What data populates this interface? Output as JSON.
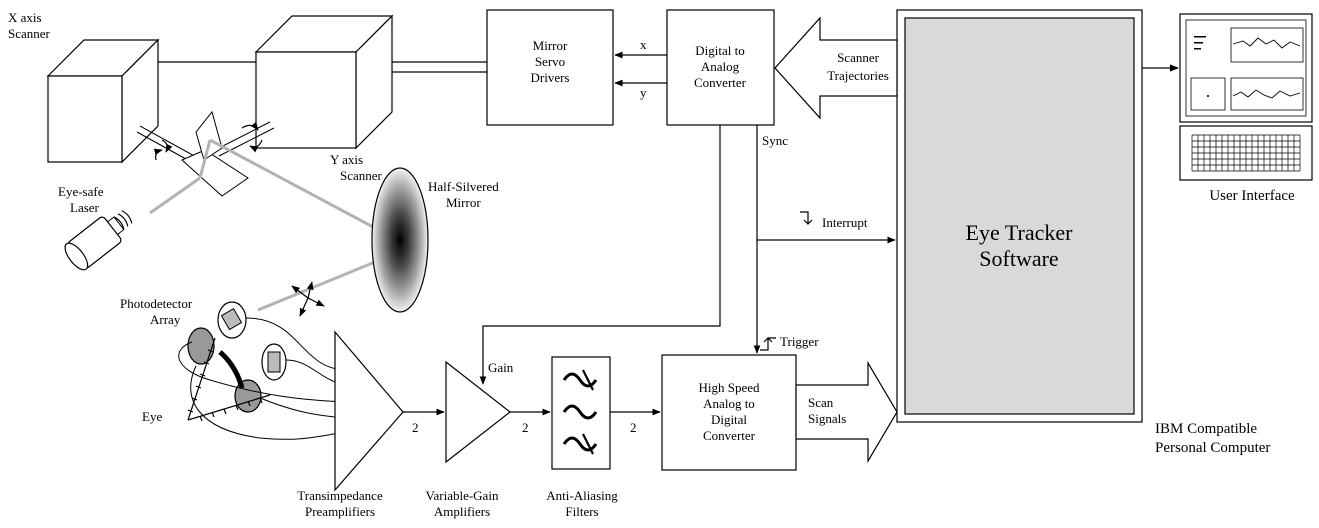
{
  "labels": {
    "x_axis_scanner": [
      "X axis",
      "Scanner"
    ],
    "y_axis_scanner": [
      "Y axis",
      "Scanner"
    ],
    "mirror_servo": [
      "Mirror",
      "Servo",
      "Drivers"
    ],
    "dac": [
      "Digital to",
      "Analog",
      "Converter"
    ],
    "x": "x",
    "y": "y",
    "scanner_trajectories": [
      "Scanner",
      "Trajectories"
    ],
    "sync": "Sync",
    "interrupt": "Interrupt",
    "trigger": "Trigger",
    "eye_tracker_software": [
      "Eye Tracker",
      "Software"
    ],
    "user_interface": "User Interface",
    "eye_safe_laser": [
      "Eye-safe",
      "Laser"
    ],
    "half_silvered_mirror": [
      "Half-Silvered",
      "Mirror"
    ],
    "photodetector_array": [
      "Photodetector",
      "Array"
    ],
    "eye": "Eye",
    "gain": "Gain",
    "two": "2",
    "adc": [
      "High Speed",
      "Analog to",
      "Digital",
      "Converter"
    ],
    "scan_signals": [
      "Scan",
      "Signals"
    ],
    "ibm_pc": [
      "IBM Compatible",
      "Personal Computer"
    ],
    "transimpedance": [
      "Transimpedance",
      "Preamplifiers"
    ],
    "variable_gain": [
      "Variable-Gain",
      "Amplifiers"
    ],
    "anti_aliasing": [
      "Anti-Aliasing",
      "Filters"
    ]
  },
  "colors": {
    "software_fill": "#d9d9d9",
    "beam": "#b3b3b3",
    "line": "#000000"
  }
}
